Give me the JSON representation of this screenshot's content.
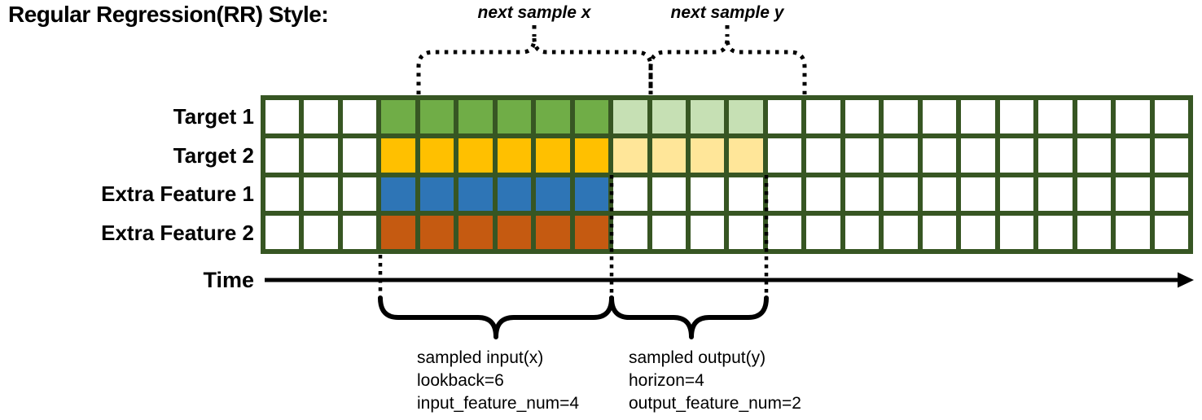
{
  "title": "Regular Regression(RR) Style:",
  "colors": {
    "grid_border": "#375623",
    "target1_input": "#70ad47",
    "target1_output": "#c6e0b4",
    "target2_input": "#ffc000",
    "target2_output": "#ffe699",
    "extra1_input": "#2e75b6",
    "extra2_input": "#c55a11",
    "empty_cell": "#ffffff",
    "annotation": "#000000"
  },
  "grid": {
    "columns": 24,
    "rows": [
      {
        "label": "Target 1",
        "segments": [
          {
            "start": 3,
            "count": 6,
            "color": "#70ad47"
          },
          {
            "start": 9,
            "count": 4,
            "color": "#c6e0b4"
          }
        ]
      },
      {
        "label": "Target 2",
        "segments": [
          {
            "start": 3,
            "count": 6,
            "color": "#ffc000"
          },
          {
            "start": 9,
            "count": 4,
            "color": "#ffe699"
          }
        ]
      },
      {
        "label": "Extra Feature 1",
        "segments": [
          {
            "start": 3,
            "count": 6,
            "color": "#2e75b6"
          }
        ]
      },
      {
        "label": "Extra Feature 2",
        "segments": [
          {
            "start": 3,
            "count": 6,
            "color": "#c55a11"
          }
        ]
      }
    ]
  },
  "annotations": {
    "next_sample_x": "next sample x",
    "next_sample_y": "next sample y",
    "time_label": "Time",
    "sampled_input": [
      "sampled input(x)",
      "lookback=6",
      "input_feature_num=4"
    ],
    "sampled_output": [
      "sampled output(y)",
      "horizon=4",
      "output_feature_num=2"
    ]
  }
}
